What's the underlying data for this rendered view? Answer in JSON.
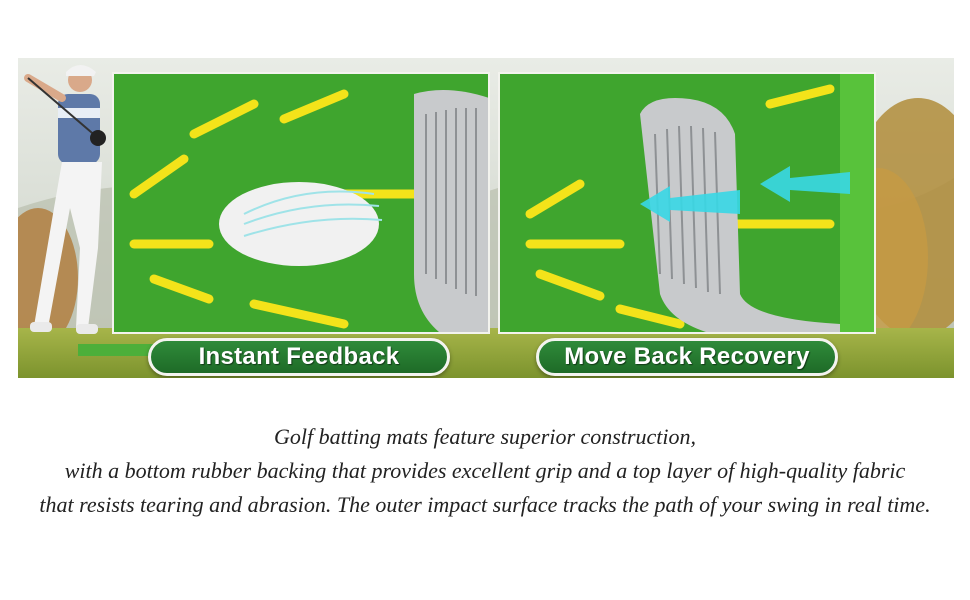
{
  "panels": {
    "left": {
      "label": "Instant Feedback"
    },
    "right": {
      "label": "Move Back Recovery"
    }
  },
  "caption": {
    "line1": "Golf batting mats feature superior construction,",
    "line2": "with a bottom rubber backing that provides excellent grip and a top layer of high-quality fabric",
    "line3": "that resists tearing and abrasion. The outer impact surface tracks the path of your swing in real time."
  },
  "colors": {
    "turf": "#3fa52e",
    "stripes": "#f3e31a",
    "arrow": "#38d8e6",
    "badge": "#1e6b27"
  }
}
